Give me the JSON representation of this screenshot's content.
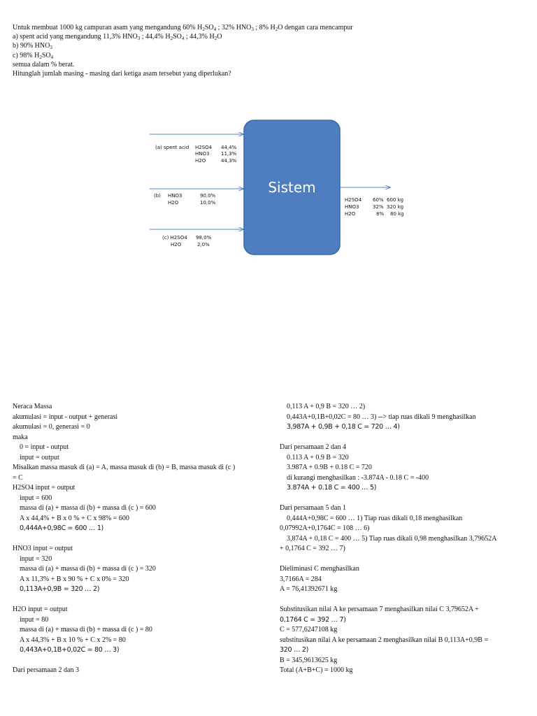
{
  "problem": {
    "line1_prefix": "Untuk membuat 1000 kg campuran asam yang mengandung 60% H",
    "line1_s1": "2",
    "line1_m1": "SO",
    "line1_s2": "4",
    "line1_m2": " ; 32% HNO",
    "line1_s3": "3",
    "line1_m3": " ; 8% H",
    "line1_s4": "2",
    "line1_m4": "O dengan cara mencampur",
    "a_prefix": "a)    spent acid yang mengandung 11,3% HNO",
    "a_s1": "3",
    "a_m1": " ; 44,4% H",
    "a_s2": "2",
    "a_m2": "SO",
    "a_s3": "4",
    "a_m3": " ; 44,3% H",
    "a_s4": "2",
    "a_m4": "O",
    "b_prefix": "b)    90% HNO",
    "b_s1": "3",
    "c_prefix": "c)    98% H",
    "c_s1": "2",
    "c_m1": "SO",
    "c_s2": "4",
    "line5": "semua dalam % berat.",
    "line6": "Hitunglah jumlah masing - masing dari ketiga asam tersebut yang diperlukan?"
  },
  "diagram": {
    "box_label": "Sistem",
    "box_color": "#4f7ec0",
    "box_stroke": "#3a67a5",
    "arrow_color": "#5b87c5",
    "input_a": [
      "(a) spent acid",
      "H2SO4",
      "44,4%",
      "HNO3",
      "11,3%",
      "H2O",
      "44,3%"
    ],
    "input_b": [
      "(b)",
      "HNO3",
      "90,0%",
      "H2O",
      "10,0%"
    ],
    "input_c": [
      "(c) H2SO4",
      "98,0%",
      "H2O",
      "2,0%"
    ],
    "output": [
      "H2SO4",
      "60%",
      "600 kg",
      "HNO3",
      "32%",
      "320 kg",
      "H2O",
      "8%",
      "80 kg"
    ]
  },
  "left": [
    "Neraca Massa",
    "akumulasi = input - output + generasi",
    "akumulasi = 0, generasi = 0",
    "maka",
    "0 = input - output",
    "input = output",
    "Misalkan massa masuk di (a) = A, massa masuk di (b) = B, massa masuk di (c )",
    "= C",
    "H2SO4    input = output",
    "input =      600",
    "massa di (a) + massa di (b) + massa di (c ) = 600",
    "A x 44,4% + B x 0 % + C x 98% = 600",
    "0,444A+0,98C = 600 … 1)",
    "HNO3    input = output",
    "input =      320",
    "massa di (a) + massa di (b) + massa di (c ) = 320",
    "A x 11,3% + B x 90 % + C x 0% = 320",
    "0,113A+0,9B = 320 … 2)",
    "H2O    input = output",
    "input =      80",
    "massa di (a) + massa di (b) + massa di (c ) = 80",
    "A x 44,3% + B x 10 % + C x 2% = 80",
    "0,443A+0,1B+0,02C = 80 … 3)",
    "Dari persamaan 2 dan 3"
  ],
  "right": [
    "0,113 A + 0,9 B = 320                    … 2)",
    "0,443A+0,1B+0,02C = 80        … 3)  --> tiap ruas dikali 9 menghasilkan",
    "3,987A + 0,9B + 0,18 C = 720 … 4)",
    "Dari persamaan 2 dan 4",
    "0.113 A + 0.9 B = 320",
    "3.987A + 0.9B + 0.18 C = 720",
    "di kurangi menghasilkan : -3.874A - 0.18 C = -400",
    "3.874A + 0.18 C = 400 … 5)",
    "Dari persamaan 5 dan 1",
    "0,444A+0,98C = 600      … 1) Tiap ruas dikali 0,18 menghasilkan",
    "0,07992A+0,1764C = 108    … 6)",
    "3,874A + 0,18 C = 400   … 5) Tiap ruas dikali 0,98 menghasilkan   3,79652A",
    "+ 0,1764 C = 392 … 7)",
    "Dieliminasi C menghasilkan",
    "3,7166A = 284",
    "A = 76,41392671 kg",
    "Substitusikan nilai A ke persamaan 7 menghasilkan nilai C      3,79652A +",
    "0,1764 C = 392 … 7)",
    "C =      577,6247108    kg",
    "substitusikan nilai A ke persamaan 2 menghasilkan nilai B      0,113A+0,9B =",
    "320 … 2)",
    "B = 345,9613625 kg",
    "Total (A+B+C) = 1000    kg"
  ]
}
